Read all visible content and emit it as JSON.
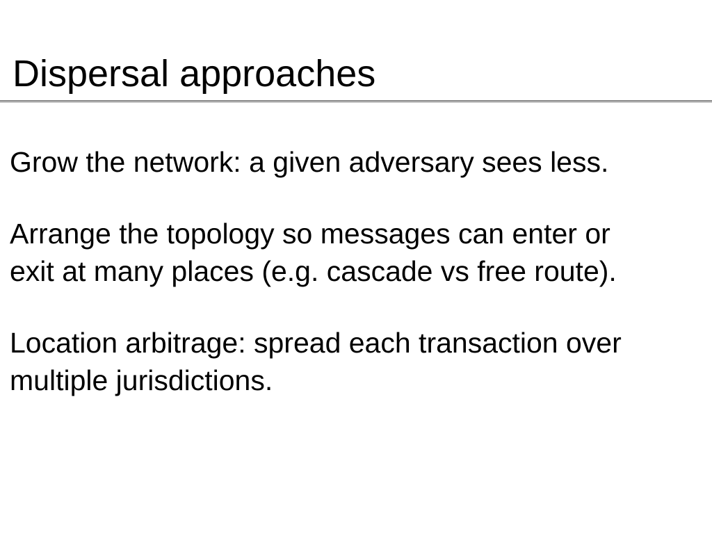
{
  "slide": {
    "title": "Dispersal approaches",
    "paragraphs": [
      {
        "lines": [
          "Grow the network: a given adversary sees less."
        ]
      },
      {
        "lines": [
          "Arrange the topology so messages can enter or",
          "exit at many places (e.g. cascade vs free route)."
        ]
      },
      {
        "lines": [
          "Location arbitrage: spread each transaction over",
          "multiple jurisdictions."
        ]
      }
    ]
  }
}
